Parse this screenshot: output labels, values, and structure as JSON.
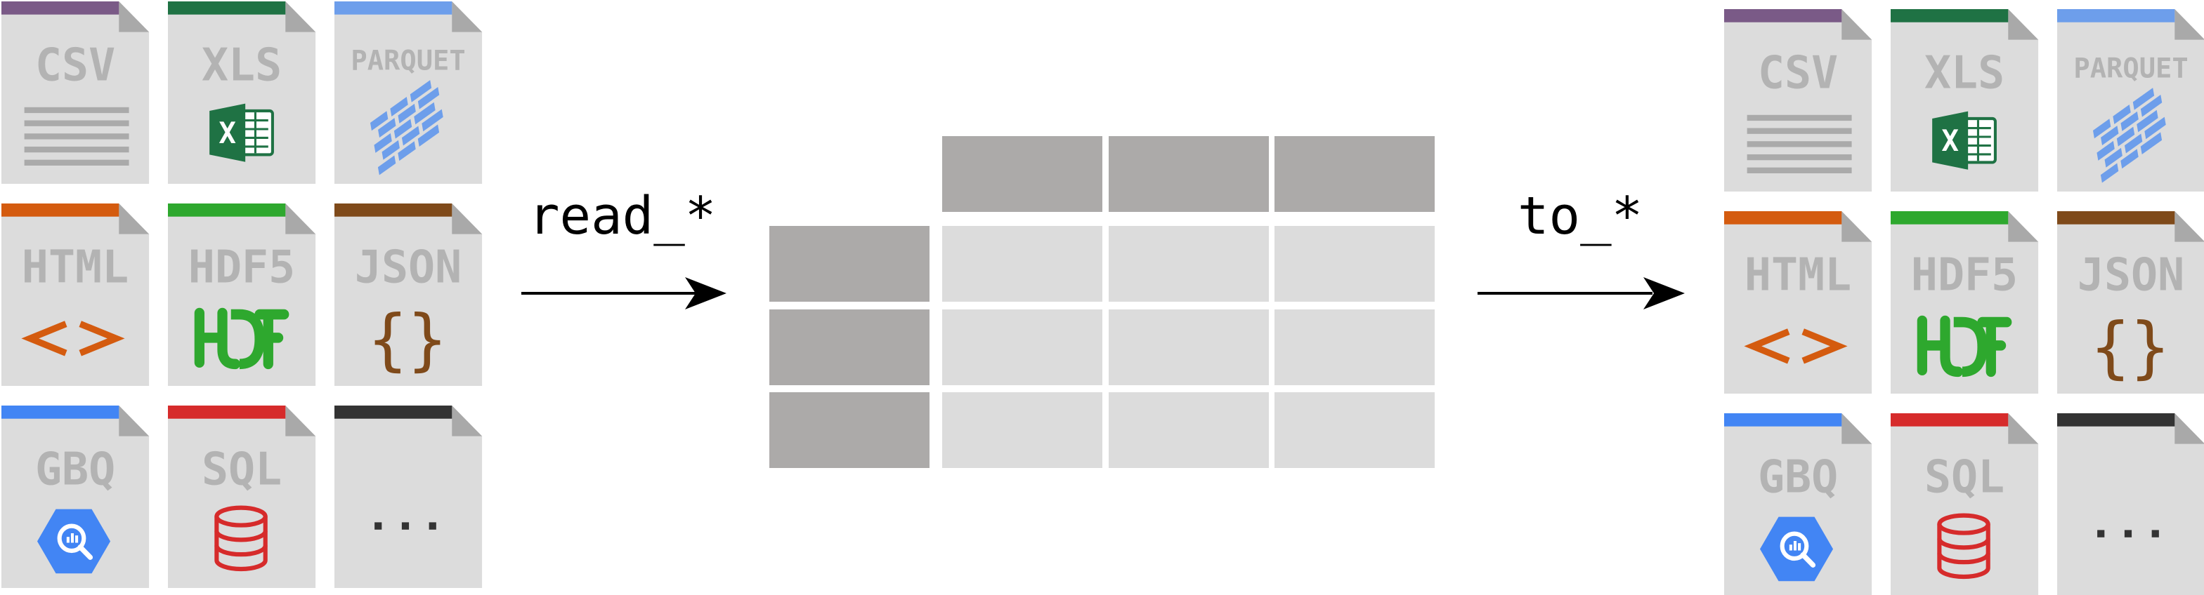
{
  "colors": {
    "doc_body": "#dcdcdc",
    "doc_fold": "#a9a9a9",
    "doc_label": "#b3b3b3",
    "table_header": "#acaaa9",
    "table_cell": "#dcdcdc",
    "arrow": "#000000",
    "csv": "#7a5a87",
    "xls": "#1f7244",
    "parquet": "#6d9eeb",
    "html": "#d45b0f",
    "hdf5": "#2ea82e",
    "json": "#7f4a1a",
    "gbq": "#4285f4",
    "sql": "#d62b2b",
    "other": "#333333"
  },
  "read_label": "read_*",
  "write_label": "to_*",
  "formats": [
    {
      "key": "csv",
      "label": "CSV",
      "icon": "lines-icon"
    },
    {
      "key": "xls",
      "label": "XLS",
      "icon": "excel-icon"
    },
    {
      "key": "parquet",
      "label": "PARQUET",
      "icon": "parquet-icon"
    },
    {
      "key": "html",
      "label": "HTML",
      "icon": "angle-brackets-icon"
    },
    {
      "key": "hdf5",
      "label": "HDF5",
      "icon": "hdf-icon"
    },
    {
      "key": "json",
      "label": "JSON",
      "icon": "curly-braces-icon"
    },
    {
      "key": "gbq",
      "label": "GBQ",
      "icon": "bigquery-icon"
    },
    {
      "key": "sql",
      "label": "SQL",
      "icon": "database-icon"
    },
    {
      "key": "other",
      "label": "...",
      "icon": "ellipsis-icon"
    }
  ]
}
